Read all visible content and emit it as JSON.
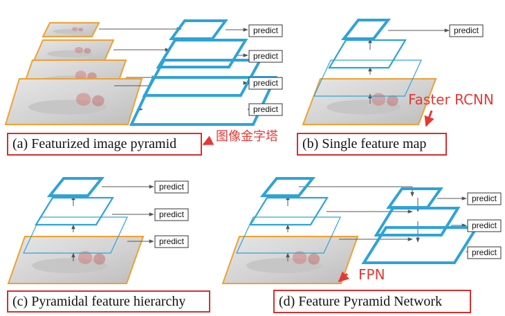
{
  "panels": {
    "a": {
      "caption": "(a) Featurized image pyramid",
      "note": "图像金字塔"
    },
    "b": {
      "caption": "(b) Single feature map",
      "note": "Faster RCNN"
    },
    "c": {
      "caption": "(c) Pyramidal feature hierarchy"
    },
    "d": {
      "caption": "(d) Feature Pyramid Network",
      "note": "FPN"
    }
  },
  "predict_label": "predict",
  "colors": {
    "feature_blue": "#2ea3d8",
    "image_orange": "#f0a030",
    "annotation_red": "#e53935",
    "caption_border": "#d32f2f",
    "arrow_gray": "#555555"
  }
}
